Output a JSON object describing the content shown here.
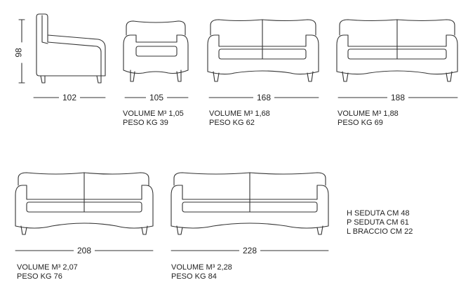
{
  "height_label": "98",
  "models": [
    {
      "width": "102",
      "volume": "",
      "weight": ""
    },
    {
      "width": "105",
      "volume": "VOLUME M³ 1,05",
      "weight": "PESO KG 39"
    },
    {
      "width": "168",
      "volume": "VOLUME M³ 1,68",
      "weight": "PESO KG 62"
    },
    {
      "width": "188",
      "volume": "VOLUME M³ 1,88",
      "weight": "PESO KG 69"
    },
    {
      "width": "208",
      "volume": "VOLUME M³ 2,07",
      "weight": "PESO KG 76"
    },
    {
      "width": "228",
      "volume": "VOLUME M³ 2,28",
      "weight": "PESO KG 84"
    }
  ],
  "specs": [
    "H SEDUTA CM 48",
    "P SEDUTA CM 61",
    "L BRACCIO CM 22"
  ]
}
